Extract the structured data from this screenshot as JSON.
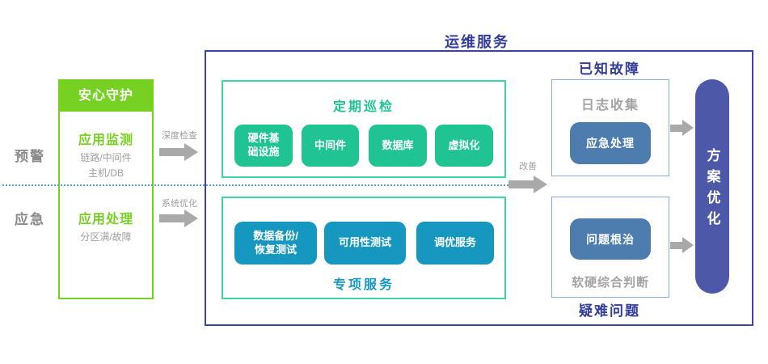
{
  "palette": {
    "bright_green": "#77d123",
    "emerald": "#1fc492",
    "teal_blue": "#1697bf",
    "steel_blue": "#4d7dae",
    "indigo": "#4d58a8",
    "navy": "#323c9b",
    "gray_text": "#9e9e9e",
    "arrow_gray": "#a9a9a9",
    "dotted_blue": "#5b9bd5",
    "teal_border": "#3fd3a6",
    "light_blue_border": "#8aadd6"
  },
  "left": {
    "warning": "预警",
    "emergency": "应急"
  },
  "guard": {
    "header": "安心守护",
    "monitor_title": "应用监测",
    "monitor_sub": "链路/中间件\n主机/DB",
    "handle_title": "应用处理",
    "handle_sub": "分区满/故障"
  },
  "arrows": {
    "deep_check": "深度检查",
    "system_optimize": "系统优化",
    "improve": "改善"
  },
  "ops": {
    "title": "运维服务",
    "inspection": {
      "title": "定期巡检",
      "items": [
        "硬件基\n础设施",
        "中间件",
        "数据库",
        "虚拟化"
      ]
    },
    "special": {
      "title": "专项服务",
      "items": [
        "数据备份/\n恢复测试",
        "可用性测试",
        "调优服务"
      ]
    },
    "known_fault": {
      "label": "已知故障",
      "box_title": "日志收集",
      "button": "应急处理"
    },
    "hard_problem": {
      "label": "疑难问题",
      "box_title": "软硬综合判断",
      "button": "问题根治"
    },
    "solution": "方案优化"
  }
}
